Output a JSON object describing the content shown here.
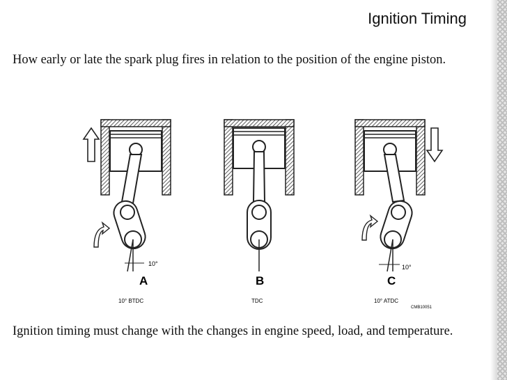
{
  "slide": {
    "title": "Ignition Timing",
    "intro": "How early or late the spark plug fires in relation to the position of the engine piston.",
    "outro": "Ignition timing must change with the changes in engine speed, load, and temperature."
  },
  "diagram": {
    "pistons": [
      {
        "letter": "A",
        "caption": "10° BTDC",
        "angle_label": "10°",
        "angle_deg": -10
      },
      {
        "letter": "B",
        "caption": "TDC",
        "angle_label": "",
        "angle_deg": 0
      },
      {
        "letter": "C",
        "caption": "10° ATDC",
        "angle_label": "10°",
        "angle_deg": 10
      }
    ],
    "figure_code": "CMB10051"
  }
}
